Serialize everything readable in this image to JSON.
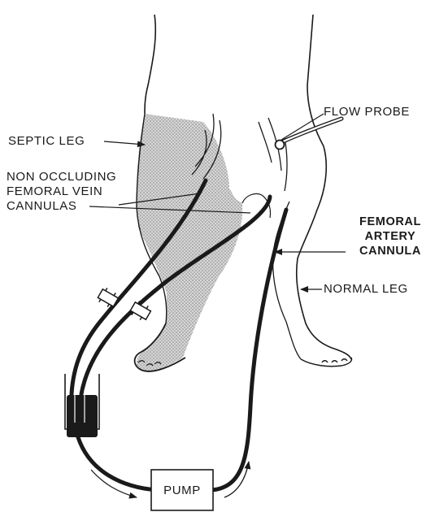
{
  "labels": {
    "septic_leg": "SEPTIC LEG",
    "non_occluding_line1": "NON OCCLUDING",
    "non_occluding_line2": "FEMORAL VEIN",
    "non_occluding_line3": "CANNULAS",
    "flow_probe": "FLOW PROBE",
    "femoral_artery_line1": "FEMORAL",
    "femoral_artery_line2": "ARTERY",
    "femoral_artery_line3": "CANNULA",
    "normal_leg": "NORMAL LEG",
    "pump": "PUMP"
  },
  "colors": {
    "ink": "#1a1a1a",
    "stipple": "#9a9a9a",
    "background": "#ffffff"
  }
}
